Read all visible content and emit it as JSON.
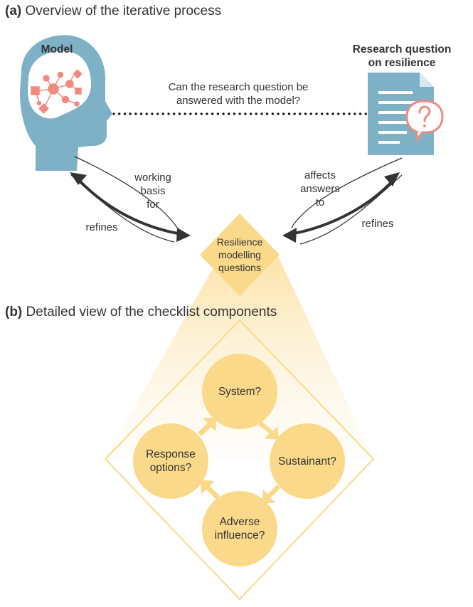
{
  "panel_a": {
    "letter": "(a)",
    "title": "Overview of the iterative process"
  },
  "panel_b": {
    "letter": "(b)",
    "title": "Detailed view of the checklist components"
  },
  "model_label": "Model",
  "research_label_line1": "Research question",
  "research_label_line2": "on resilience",
  "question_line1": "Can the research question be",
  "question_line2": "answered with the model?",
  "working_basis": [
    "working",
    "basis",
    "for"
  ],
  "affects_answers": [
    "affects",
    "answers",
    "to"
  ],
  "refines_left": "refines",
  "refines_right": "refines",
  "center_node": [
    "Resilience",
    "modelling",
    "questions"
  ],
  "checklist": {
    "system": "System?",
    "sustainant": "Sustainant?",
    "adverse": [
      "Adverse",
      "influence?"
    ],
    "response": [
      "Response",
      "options?"
    ]
  },
  "colors": {
    "head": "#7eb0c6",
    "network": "#f08a80",
    "document": "#7eb0c6",
    "diamond": "#fbd98a",
    "circle": "#fbd98a",
    "arrow": "#333333"
  },
  "icons": {
    "head": "head-icon",
    "document": "document-icon",
    "speech": "question-bubble-icon"
  }
}
